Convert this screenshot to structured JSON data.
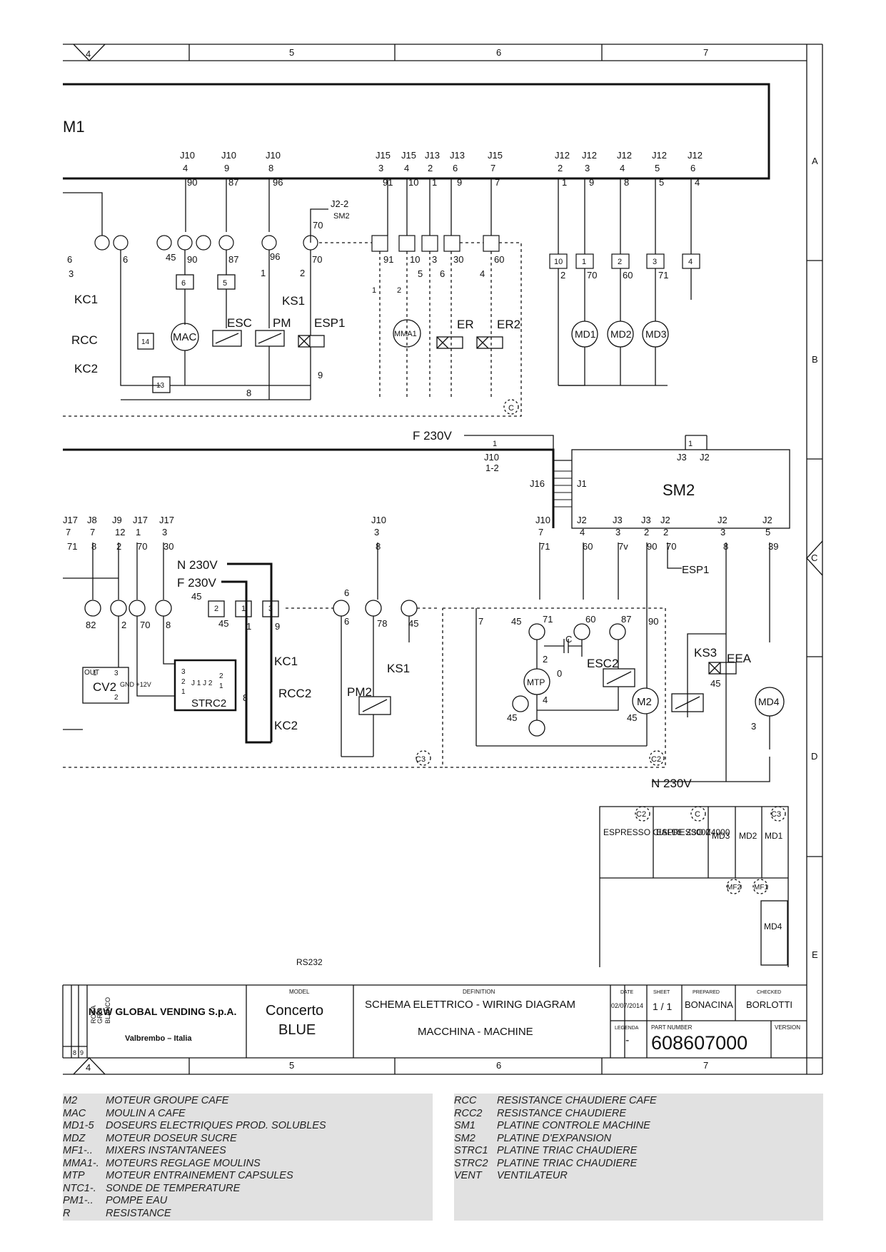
{
  "frame": {
    "columns_top": [
      "4",
      "5",
      "6",
      "7"
    ],
    "columns_bottom": [
      "4",
      "5",
      "6",
      "7"
    ],
    "rows": [
      "A",
      "B",
      "C",
      "D",
      "E"
    ]
  },
  "top_section": {
    "board_label": "M1",
    "connectors": [
      {
        "j": "J10",
        "p": "4",
        "wire": "90"
      },
      {
        "j": "J10",
        "p": "9",
        "wire": "87"
      },
      {
        "j": "J10",
        "p": "8",
        "wire": "96"
      },
      {
        "j": "J15",
        "p": "3",
        "wire": "91"
      },
      {
        "j": "J15",
        "p": "4",
        "wire": "10"
      },
      {
        "j": "J13",
        "p": "2",
        "wire": "1"
      },
      {
        "j": "J13",
        "p": "6",
        "wire": "9"
      },
      {
        "j": "J15",
        "p": "7",
        "wire": "7"
      },
      {
        "j": "J12",
        "p": "2",
        "wire": "1"
      },
      {
        "j": "J12",
        "p": "3",
        "wire": "9"
      },
      {
        "j": "J12",
        "p": "4",
        "wire": "8"
      },
      {
        "j": "J12",
        "p": "5",
        "wire": "5"
      },
      {
        "j": "J12",
        "p": "6",
        "wire": "4"
      }
    ],
    "j22": "J2-2",
    "sm2_ref": "SM2",
    "w70": "70",
    "components": {
      "kc1": "KC1",
      "rcc": "RCC",
      "kc2": "KC2",
      "mac": "MAC",
      "esc": "ESC",
      "pm": "PM",
      "esp1": "ESP1",
      "ks1": "KS1",
      "mma1": "MMA1",
      "er": "ER",
      "er2": "ER2",
      "md1": "MD1",
      "md2": "MD2",
      "md3": "MD3"
    },
    "misc": {
      "n6": "6",
      "n3": "3",
      "n45": "45",
      "n6b": "6",
      "n5": "5",
      "n14": "14",
      "n13": "13",
      "n8": "8",
      "n9": "9",
      "n1x": "1",
      "n2x": "2",
      "n5x": "5",
      "n6x": "6",
      "n4x": "4",
      "n1": "1",
      "n2": "2",
      "w91": "91",
      "w10": "10",
      "w3": "3",
      "w30": "30",
      "w60": "60",
      "w90": "90",
      "w87": "87",
      "w96": "96",
      "w70b": "70",
      "w2": "2",
      "w70c": "70",
      "w60b": "60",
      "w71": "71",
      "b10": "10",
      "b1": "1",
      "b2": "2",
      "b3": "3",
      "b4": "4",
      "cref": "C"
    }
  },
  "bottom_section": {
    "f230": "F 230V",
    "n230": "N 230V",
    "f230b": "F 230V",
    "n230b": "N 230V",
    "sm2_label": "SM2",
    "j10_12": "J10",
    "j10_12p": "1-2",
    "j16": "J16",
    "j1": "J1",
    "j3_1": "J3",
    "j2_1": "J2",
    "p1a": "1",
    "p1b": "1",
    "connectors_left": [
      {
        "j": "J17",
        "p": "7",
        "wire": "71"
      },
      {
        "j": "J8",
        "p": "7",
        "wire": "8"
      },
      {
        "j": "J9",
        "p": "12",
        "wire": "2"
      },
      {
        "j": "J17",
        "p": "1",
        "wire": "70"
      },
      {
        "j": "J17",
        "p": "3",
        "wire": "30"
      },
      {
        "j": "J10",
        "p": "3",
        "wire": "8"
      },
      {
        "j": "J10",
        "p": "7",
        "wire": "71"
      }
    ],
    "connectors_sm2": [
      {
        "j": "J2",
        "p": "4",
        "wire": "60"
      },
      {
        "j": "J3",
        "p": "3",
        "wire": "7v"
      },
      {
        "j": "J3",
        "p": "2",
        "wire": "90"
      },
      {
        "j": "J2",
        "p": "2",
        "wire": "70"
      },
      {
        "j": "J2",
        "p": "3",
        "wire": "8"
      },
      {
        "j": "J2",
        "p": "5",
        "wire": "39"
      }
    ],
    "components": {
      "cv2": "CV2",
      "strc2": "STRC2",
      "kc1": "KC1",
      "rcc2": "RCC2",
      "kc2": "KC2",
      "pm2": "PM2",
      "ks1": "KS1",
      "mtp": "MTP",
      "esc2": "ESC2",
      "m2": "M2",
      "ks3": "KS3",
      "eea": "EEA",
      "md4": "MD4",
      "esp1": "ESP1",
      "c3": "C3",
      "c2": "C2"
    },
    "cv2_pins": {
      "out": "OUT",
      "p1": "1",
      "p2": "2",
      "p3": "3",
      "p2b": "2",
      "gnd": "GND +12V"
    },
    "strc2_pins": {
      "a3": "3",
      "a2": "2",
      "a1": "1",
      "j1j2": "J 1 J 2",
      "b2": "2",
      "b1": "1"
    },
    "wires": {
      "w82": "82",
      "w2": "2",
      "w70": "70",
      "w8": "8",
      "w45a": "45",
      "w1": "1",
      "w9": "9",
      "w6": "6",
      "w78": "78",
      "w45b": "45",
      "w6b": "6",
      "w45c": "45",
      "w71": "71",
      "w60": "60",
      "w87": "87",
      "w90": "90",
      "w2m": "2",
      "w0": "0",
      "w4": "4",
      "w45d": "45",
      "w45e": "45",
      "w45f": "45",
      "wc": "C",
      "w8b": "8",
      "w1b": "1",
      "w2b": "2",
      "w3b": "3",
      "w45g": "45",
      "w7": "7",
      "w3": "3"
    }
  },
  "legend_grid": {
    "cells": [
      "ESPRESSO CIALDE Z3000",
      "ESPRESSO Z4000",
      "MD3",
      "MD2",
      "MD1",
      "MD4"
    ],
    "refs": [
      "C2",
      "C",
      "C3"
    ],
    "mixers": [
      "MF2",
      "MF1"
    ]
  },
  "rs232": "RS232",
  "title_block": {
    "color_codes": [
      "ROSA",
      "GRIS",
      "BLANCO",
      "8",
      "9"
    ],
    "company": "N&W GLOBAL VENDING S.p.A.",
    "location": "Valbrembo – Italia",
    "model_label": "MODEL",
    "model_line1": "Concerto",
    "model_line2": "BLUE",
    "definition_label": "DEFINITION",
    "definition_line1": "SCHEMA ELETTRICO - WIRING DIAGRAM",
    "definition_line2": "MACCHINA - MACHINE",
    "date_label": "DATE",
    "date": "02/07/2014",
    "sheet_label": "SHEET",
    "sheet": "1 / 1",
    "prepared_label": "PREPARED",
    "prepared": "BONACINA",
    "checked_label": "CHECKED",
    "checked": "BORLOTTI",
    "legenda_label": "LEGENDA",
    "legenda": "-",
    "part_label": "PART NUMBER",
    "part_number": "608607000",
    "version_label": "VERSION"
  },
  "legend_left": [
    {
      "code": "M2",
      "desc": "MOTEUR GROUPE CAFE"
    },
    {
      "code": "MAC",
      "desc": "MOULIN A CAFE"
    },
    {
      "code": "MD1-5",
      "desc": "DOSEURS ELECTRIQUES PROD. SOLUBLES"
    },
    {
      "code": "MDZ",
      "desc": "MOTEUR DOSEUR SUCRE"
    },
    {
      "code": "MF1-..",
      "desc": "MIXERS INSTANTANEES"
    },
    {
      "code": "MMA1-.",
      "desc": "MOTEURS REGLAGE MOULINS"
    },
    {
      "code": "MTP",
      "desc": "MOTEUR ENTRAINEMENT CAPSULES"
    },
    {
      "code": "NTC1-.",
      "desc": "SONDE DE TEMPERATURE"
    },
    {
      "code": "PM1-..",
      "desc": "POMPE EAU"
    },
    {
      "code": "R",
      "desc": "RESISTANCE"
    }
  ],
  "legend_right": [
    {
      "code": "RCC",
      "desc": "RESISTANCE CHAUDIERE CAFE"
    },
    {
      "code": "RCC2",
      "desc": "RESISTANCE CHAUDIERE"
    },
    {
      "code": "SM1",
      "desc": "PLATINE CONTROLE MACHINE"
    },
    {
      "code": "SM2",
      "desc": "PLATINE D'EXPANSION"
    },
    {
      "code": "STRC1",
      "desc": "PLATINE TRIAC CHAUDIERE"
    },
    {
      "code": "STRC2",
      "desc": "PLATINE TRIAC CHAUDIERE"
    },
    {
      "code": "VENT",
      "desc": "VENTILATEUR"
    }
  ]
}
